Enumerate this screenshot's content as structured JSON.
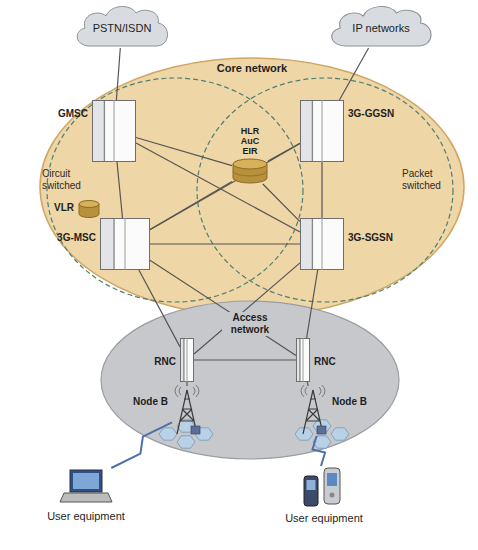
{
  "diagram": {
    "nodes": [
      {
        "text": [
          "PSTN/ISDN"
        ]
      },
      {
        "text": [
          "IP networks"
        ]
      },
      {
        "text": [
          "Core network"
        ]
      },
      {
        "text": [
          "GMSC"
        ],
        "in": 2
      },
      {
        "text": [
          "3G-GGSN"
        ],
        "in": 2
      },
      {
        "text": [
          "HLR AuC EIR"
        ],
        "in": 2
      },
      {
        "text": [
          "VLR"
        ],
        "in": 2
      },
      {
        "text": [
          "3G-MSC"
        ],
        "in": 2
      },
      {
        "text": [
          "3G-SGSN"
        ],
        "in": 2
      },
      {
        "text": [
          "Access network"
        ]
      },
      {
        "text": [
          "RNC"
        ],
        "in": 9
      },
      {
        "text": [
          "RNC"
        ],
        "in": 9
      },
      {
        "text": [
          "Node B"
        ],
        "in": 9
      },
      {
        "text": [
          "Node B"
        ],
        "in": 9
      },
      {
        "text": [
          "User equipment"
        ]
      },
      {
        "text": [
          "User equipment"
        ]
      }
    ],
    "edges": [
      {
        "from": 0,
        "to": 3,
        "arrow": "none"
      },
      {
        "from": 1,
        "to": 4,
        "arrow": "none"
      },
      {
        "from": 3,
        "to": 7,
        "arrow": "none"
      },
      {
        "from": 4,
        "to": 8,
        "arrow": "none"
      },
      {
        "from": 3,
        "to": 5,
        "arrow": "none"
      },
      {
        "from": 4,
        "to": 5,
        "arrow": "none"
      },
      {
        "from": 7,
        "to": 5,
        "arrow": "none"
      },
      {
        "from": 8,
        "to": 5,
        "arrow": "none"
      },
      {
        "from": 3,
        "to": 8,
        "arrow": "none"
      },
      {
        "from": 4,
        "to": 7,
        "arrow": "none"
      },
      {
        "from": 7,
        "to": 8,
        "arrow": "none"
      },
      {
        "from": 7,
        "to": 10,
        "arrow": "none"
      },
      {
        "from": 7,
        "to": 11,
        "arrow": "none"
      },
      {
        "from": 8,
        "to": 10,
        "arrow": "none"
      },
      {
        "from": 8,
        "to": 11,
        "arrow": "none"
      },
      {
        "from": 10,
        "to": 11,
        "arrow": "none"
      },
      {
        "from": 10,
        "to": 12,
        "arrow": "none"
      },
      {
        "from": 11,
        "to": 13,
        "arrow": "none"
      },
      {
        "from": 12,
        "to": 14,
        "arrow": "none"
      },
      {
        "from": 13,
        "to": 15,
        "arrow": "none"
      }
    ],
    "labels": [
      "Circuit switched",
      "Packet switched"
    ]
  }
}
